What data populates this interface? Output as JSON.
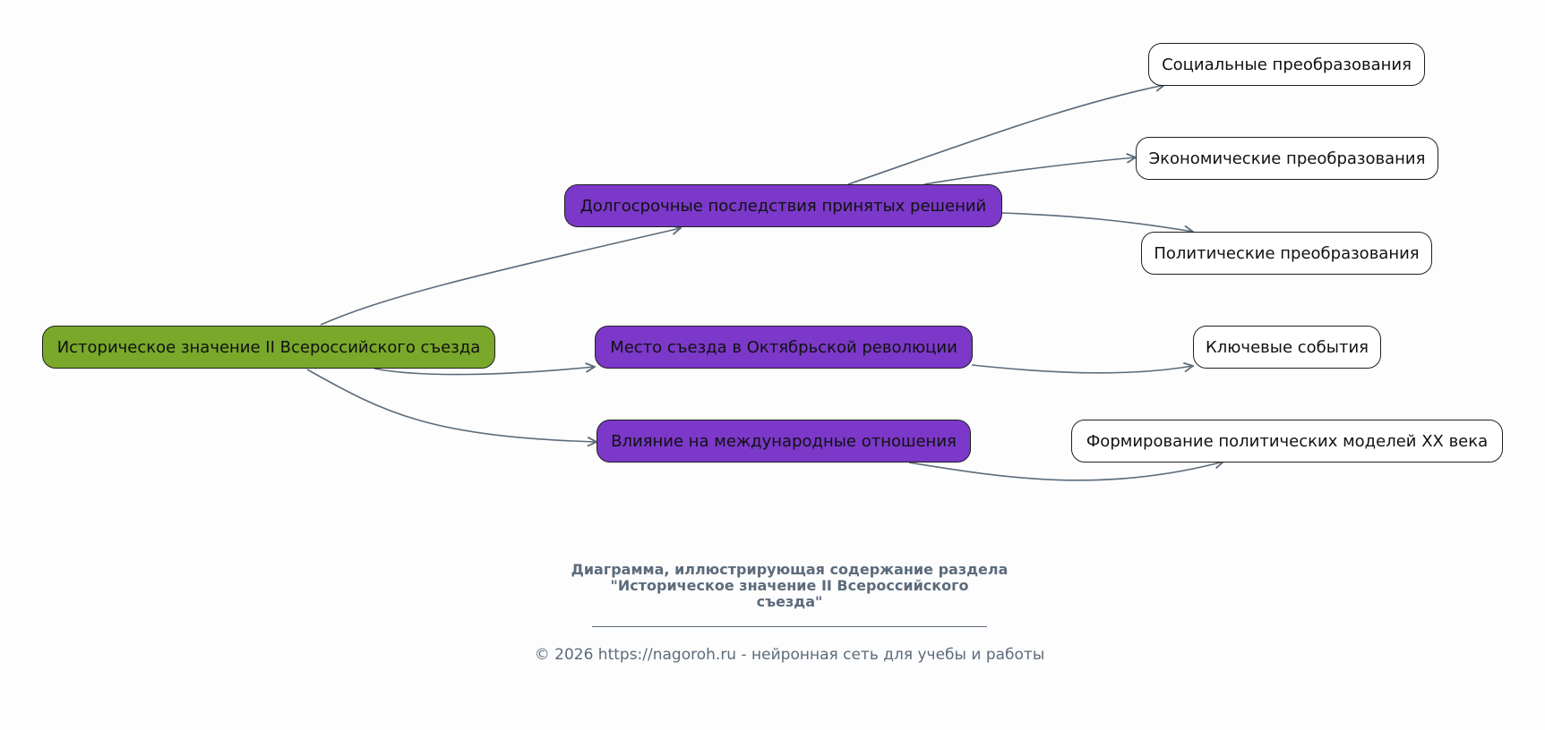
{
  "colors": {
    "root": "#79a82a",
    "mid": "#7b38c9",
    "leaf": "#ffffff",
    "edge": "#5c6b7a",
    "caption": "#5c6b7a"
  },
  "nodes": {
    "root": "Историческое значение II Всероссийского съезда",
    "long_term": "Долгосрочные последствия принятых решений",
    "october": "Место съезда в Октябрьской революции",
    "international": "Влияние на международные отношения",
    "social": "Социальные преобразования",
    "economic": "Экономические преобразования",
    "political": "Политические преобразования",
    "key_events": "Ключевые события",
    "models": "Формирование политических моделей XX века"
  },
  "edges": [
    {
      "from": "root",
      "to": "long_term"
    },
    {
      "from": "root",
      "to": "october"
    },
    {
      "from": "root",
      "to": "international"
    },
    {
      "from": "long_term",
      "to": "social"
    },
    {
      "from": "long_term",
      "to": "economic"
    },
    {
      "from": "long_term",
      "to": "political"
    },
    {
      "from": "october",
      "to": "key_events"
    },
    {
      "from": "international",
      "to": "models"
    }
  ],
  "caption": {
    "title_line1": "Диаграмма, иллюстрирующая содержание раздела",
    "title_line2": "\"Историческое значение II Всероссийского",
    "title_line3": "съезда\"",
    "rule": "________________________________________",
    "credit": "© 2026 https://nagoroh.ru - нейронная сеть для учебы и работы"
  }
}
